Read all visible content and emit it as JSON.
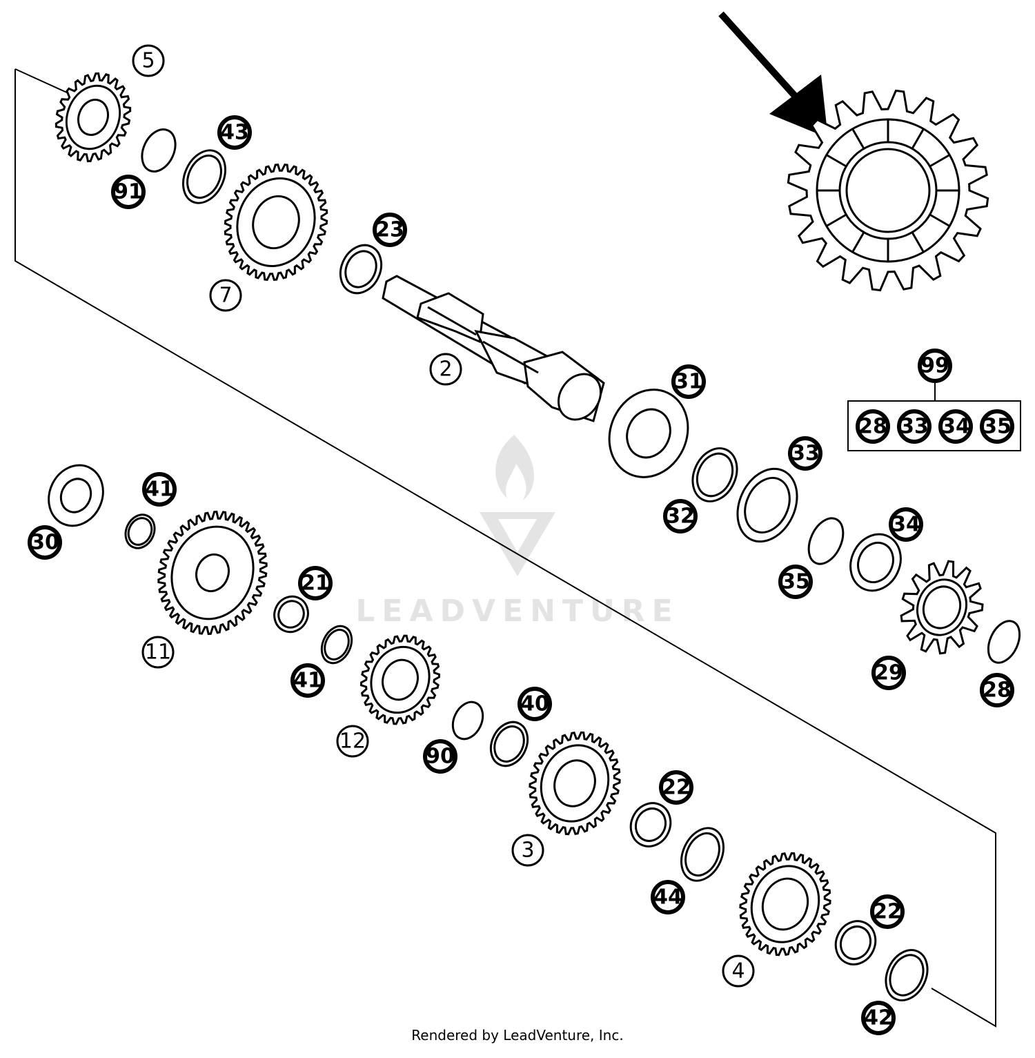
{
  "watermark": {
    "text": "LEADVENTURE"
  },
  "footer": {
    "credit": "Rendered by LeadVenture, Inc."
  },
  "kit": {
    "label": "99",
    "contents": [
      "28",
      "33",
      "34",
      "35"
    ]
  },
  "callouts": [
    {
      "id": "5",
      "label": "5",
      "filled": false
    },
    {
      "id": "43",
      "label": "43",
      "filled": true
    },
    {
      "id": "91",
      "label": "91",
      "filled": true
    },
    {
      "id": "7",
      "label": "7",
      "filled": false
    },
    {
      "id": "23",
      "label": "23",
      "filled": true
    },
    {
      "id": "2",
      "label": "2",
      "filled": false
    },
    {
      "id": "31",
      "label": "31",
      "filled": true
    },
    {
      "id": "33a",
      "label": "33",
      "filled": true
    },
    {
      "id": "32",
      "label": "32",
      "filled": true
    },
    {
      "id": "34",
      "label": "34",
      "filled": true
    },
    {
      "id": "35",
      "label": "35",
      "filled": true
    },
    {
      "id": "29",
      "label": "29",
      "filled": true
    },
    {
      "id": "28",
      "label": "28",
      "filled": true
    },
    {
      "id": "30",
      "label": "30",
      "filled": true
    },
    {
      "id": "41a",
      "label": "41",
      "filled": true
    },
    {
      "id": "11",
      "label": "11",
      "filled": false
    },
    {
      "id": "21",
      "label": "21",
      "filled": true
    },
    {
      "id": "41b",
      "label": "41",
      "filled": true
    },
    {
      "id": "12",
      "label": "12",
      "filled": false
    },
    {
      "id": "90",
      "label": "90",
      "filled": true
    },
    {
      "id": "40",
      "label": "40",
      "filled": true
    },
    {
      "id": "3",
      "label": "3",
      "filled": false
    },
    {
      "id": "22a",
      "label": "22",
      "filled": true
    },
    {
      "id": "44",
      "label": "44",
      "filled": true
    },
    {
      "id": "4",
      "label": "4",
      "filled": false
    },
    {
      "id": "22b",
      "label": "22",
      "filled": true
    },
    {
      "id": "42",
      "label": "42",
      "filled": true
    }
  ]
}
